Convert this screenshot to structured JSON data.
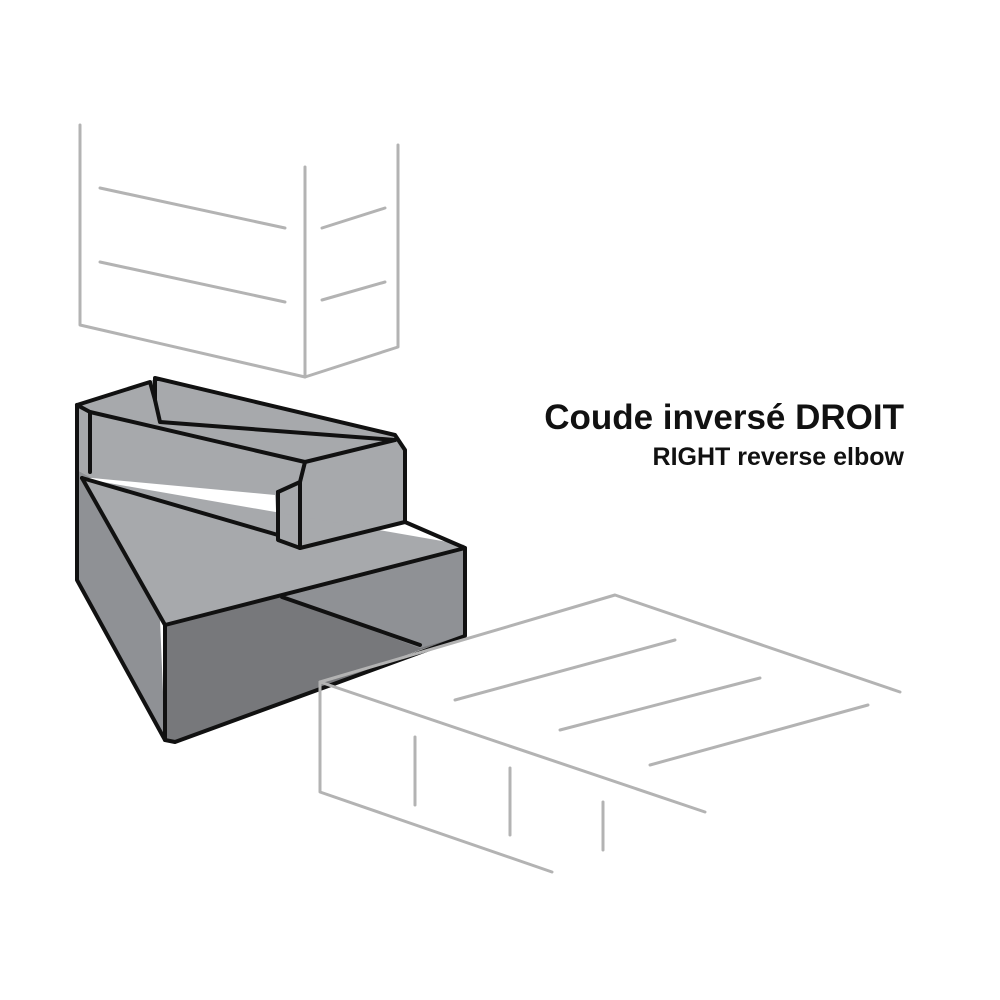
{
  "caption": {
    "french": "Coude inversé DROIT",
    "english": "RIGHT reverse elbow"
  },
  "colors": {
    "ghost_outline": "#b3b3b3",
    "piece_light": "#a7a9ac",
    "piece_mid": "#8f9195",
    "piece_dark": "#77787b",
    "piece_outline": "#111111",
    "text": "#111111"
  },
  "elements": {
    "upper_connecting_box": "ghost-outline",
    "elbow_piece": "solid-gray",
    "lower_connecting_box": "ghost-outline"
  }
}
